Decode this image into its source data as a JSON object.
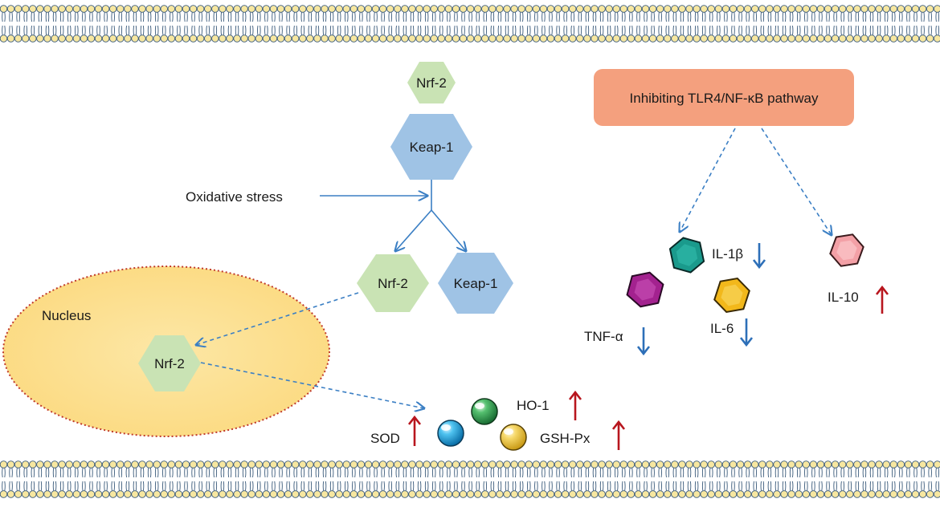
{
  "hexagons": {
    "nrf2_top": "Nrf-2",
    "keap1_top": "Keap-1",
    "nrf2_released": "Nrf-2",
    "keap1_released": "Keap-1",
    "nrf2_nucleus": "Nrf-2"
  },
  "labels": {
    "oxidative_stress": "Oxidative stress",
    "nucleus": "Nucleus",
    "pathway": "Inhibiting TLR4/NF-κB pathway",
    "il1b": "IL-1β",
    "tnfa": "TNF-α",
    "il6": "IL-6",
    "il10": "IL-10",
    "sod": "SOD",
    "ho1": "HO-1",
    "gshpx": "GSH-Px"
  },
  "regulation": {
    "il1b": "down",
    "tnfa": "down",
    "il6": "down",
    "il10": "up",
    "sod": "up",
    "ho1": "up",
    "gshpx": "up"
  },
  "colors": {
    "membrane_head": "#f7e7a0",
    "membrane_stroke": "#3a5a7a",
    "nrf2_fill": "#c9e3b4",
    "keap1_fill": "#9fc3e5",
    "pathway_box": "#f4a07e",
    "nucleus_fill": "#fbe29a",
    "nucleus_border": "#c0392b",
    "arrow_blue": "#3b7fc4",
    "down_arrow": "#2d6fb8",
    "up_arrow": "#b8161e",
    "tnfa_gem": "#a3228f",
    "il1b_gem": "#1a9a8c",
    "il6_gem": "#f2b81b",
    "il10_gem": "#f3a0a6",
    "sod_ball": "#2ea8e0",
    "ho1_ball": "#3aa75a",
    "gshpx_ball": "#f2cc50"
  }
}
